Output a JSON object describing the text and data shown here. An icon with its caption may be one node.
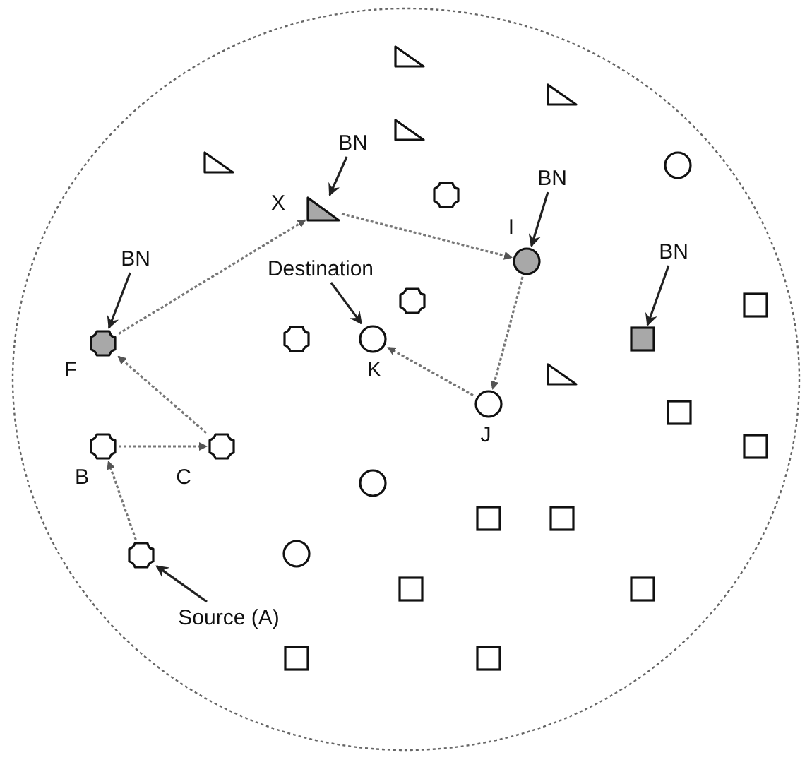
{
  "diagram": {
    "nodes": [
      {
        "text": [],
        "shape": "circle"
      },
      {
        "text": [],
        "shape": "triangle",
        "in": 0
      },
      {
        "text": [],
        "shape": "triangle",
        "in": 0
      },
      {
        "text": [],
        "shape": "triangle",
        "in": 0
      },
      {
        "text": [
          "BN"
        ],
        "in": 0
      },
      {
        "text": [],
        "shape": "triangle",
        "in": 0
      },
      {
        "text": [],
        "shape": "circle",
        "in": 0
      },
      {
        "text": [
          "BN"
        ],
        "in": 0
      },
      {
        "text": [],
        "shape": "cross",
        "in": 0
      },
      {
        "text": [],
        "shape": "triangle",
        "in": 0,
        "beside": [
          "X"
        ]
      },
      {
        "text": [
          "BN"
        ],
        "in": 0
      },
      {
        "text": [],
        "shape": "circle",
        "in": 0,
        "beside": [
          "I"
        ]
      },
      {
        "text": [
          "Destination"
        ],
        "in": 0
      },
      {
        "text": [
          "BN"
        ],
        "in": 0
      },
      {
        "text": [],
        "shape": "cross",
        "in": 0
      },
      {
        "text": [],
        "shape": "square",
        "in": 0
      },
      {
        "text": [],
        "shape": "cross",
        "in": 0,
        "beside": [
          "F"
        ]
      },
      {
        "text": [],
        "shape": "cross",
        "in": 0
      },
      {
        "text": [],
        "shape": "circle",
        "in": 0,
        "beside": [
          "K"
        ]
      },
      {
        "text": [],
        "shape": "square",
        "in": 0
      },
      {
        "text": [],
        "shape": "triangle",
        "in": 0
      },
      {
        "text": [],
        "shape": "circle",
        "in": 0,
        "beside": [
          "J"
        ]
      },
      {
        "text": [],
        "shape": "square",
        "in": 0
      },
      {
        "text": [],
        "shape": "cross",
        "in": 0,
        "beside": [
          "B"
        ]
      },
      {
        "text": [],
        "shape": "cross",
        "in": 0,
        "beside": [
          "C"
        ]
      },
      {
        "text": [],
        "shape": "square",
        "in": 0
      },
      {
        "text": [],
        "shape": "circle",
        "in": 0
      },
      {
        "text": [],
        "shape": "square",
        "in": 0
      },
      {
        "text": [],
        "shape": "square",
        "in": 0
      },
      {
        "text": [],
        "shape": "circle",
        "in": 0
      },
      {
        "text": [],
        "shape": "cross",
        "in": 0
      },
      {
        "text": [],
        "shape": "square",
        "in": 0
      },
      {
        "text": [],
        "shape": "square",
        "in": 0
      },
      {
        "text": [
          "Source (A)"
        ],
        "in": 0
      },
      {
        "text": [],
        "shape": "square",
        "in": 0
      },
      {
        "text": [],
        "shape": "square",
        "in": 0
      }
    ],
    "edges": [
      {
        "from": 30,
        "to": 23,
        "arrow": "to",
        "style": "dashed"
      },
      {
        "from": 23,
        "to": 24,
        "arrow": "to",
        "style": "dashed"
      },
      {
        "from": 24,
        "to": 16,
        "arrow": "to",
        "style": "dashed"
      },
      {
        "from": 16,
        "to": 9,
        "arrow": "to",
        "style": "dashed"
      },
      {
        "from": 9,
        "to": 11,
        "arrow": "to",
        "style": "dashed"
      },
      {
        "from": 11,
        "to": 21,
        "arrow": "to",
        "style": "dashed"
      },
      {
        "from": 21,
        "to": 18,
        "arrow": "to",
        "style": "dashed"
      },
      {
        "from": 4,
        "to": 9,
        "arrow": "to"
      },
      {
        "from": 7,
        "to": 11,
        "arrow": "to"
      },
      {
        "from": 10,
        "to": 16,
        "arrow": "to"
      },
      {
        "from": 13,
        "to": 19,
        "arrow": "to"
      },
      {
        "from": 12,
        "to": 18,
        "arrow": "to"
      },
      {
        "from": 33,
        "to": 30,
        "arrow": "to"
      }
    ]
  }
}
